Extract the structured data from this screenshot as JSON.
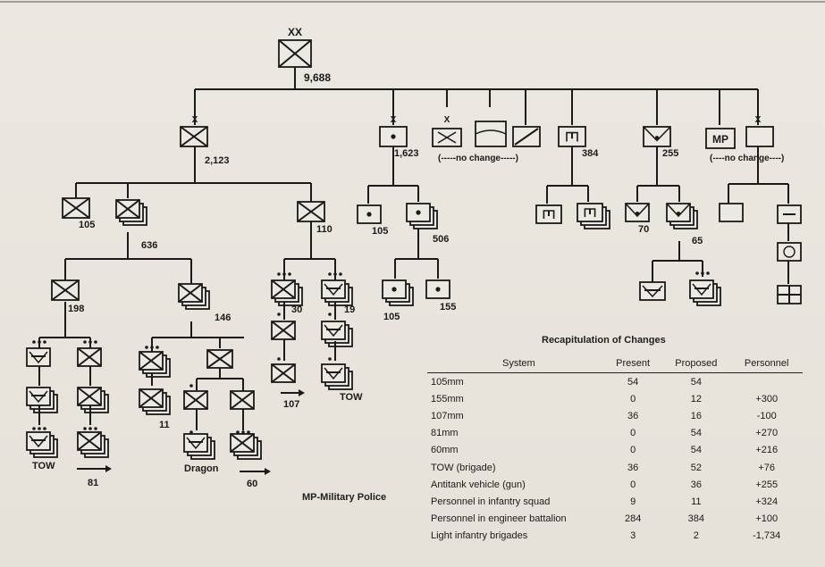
{
  "division": {
    "echelon": "XX",
    "strength": "9,688"
  },
  "brigade_group": {
    "echelon": "X",
    "strength": "2,123",
    "children": [
      "105",
      "636",
      "110"
    ],
    "sub_groups": [
      "198",
      "146",
      "30",
      "19",
      "11",
      "107"
    ],
    "weapon_labels": [
      "TOW",
      "81",
      "Dragon",
      "60",
      "TOW"
    ]
  },
  "artillery_group": {
    "echelon": "X",
    "strength": "1,623",
    "children": [
      "105",
      "506"
    ],
    "sub_groups": [
      "105",
      "155"
    ]
  },
  "no_change_1": "(-----no change-----)",
  "engineer": {
    "strength": "384"
  },
  "support": {
    "strength": "255",
    "children": [
      "70",
      "65"
    ]
  },
  "mp": {
    "symbol": "MP",
    "echelon": "X",
    "note": "(----no change----)"
  },
  "recap": {
    "title": "Recapitulation of Changes",
    "headers": [
      "System",
      "Present",
      "Proposed",
      "Personnel"
    ],
    "rows": [
      [
        "105mm",
        "54",
        "54",
        ""
      ],
      [
        "155mm",
        "0",
        "12",
        "+300"
      ],
      [
        "107mm",
        "36",
        "16",
        "-100"
      ],
      [
        "81mm",
        "0",
        "54",
        "+270"
      ],
      [
        "60mm",
        "0",
        "54",
        "+216"
      ],
      [
        "TOW (brigade)",
        "36",
        "52",
        "+76"
      ],
      [
        "Antitank vehicle (gun)",
        "0",
        "36",
        "+255"
      ],
      [
        "Personnel in infantry squad",
        "9",
        "11",
        "+324"
      ],
      [
        "Personnel in engineer battalion",
        "284",
        "384",
        "+100"
      ],
      [
        "Light infantry brigades",
        "3",
        "2",
        "-1,734"
      ]
    ]
  },
  "mp_legend": "MP-Military Police"
}
